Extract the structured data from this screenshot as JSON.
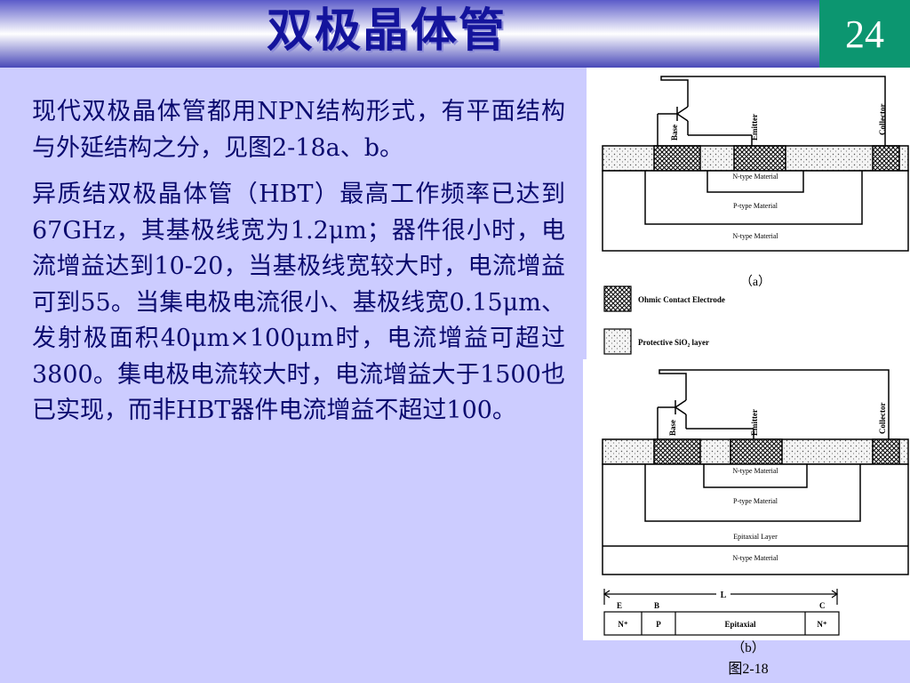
{
  "slide": {
    "title": "双极晶体管",
    "page_number": "24"
  },
  "body": {
    "paragraphs": [
      "现代双极晶体管都用NPN结构形式，有平面结构与外延结构之分，见图2-18a、b。",
      "异质结双极晶体管（HBT）最高工作频率已达到67GHz，其基极线宽为1.2μm；器件很小时，电流增益达到10-20，当基极线宽较大时，电流增益可到55。当集电极电流很小、基极线宽0.15μm、发射极面积40μm×100μm时，电流增益可超过3800。集电极电流较大时，电流增益大于1500也已实现，而非HBT器件电流增益不超过100。"
    ]
  },
  "figure": {
    "caption": "图2-18",
    "a": {
      "label": "（a）",
      "terminals": [
        "Base",
        "Emitter",
        "Collector"
      ],
      "regions": [
        "N-type Material",
        "P-type Material",
        "N-type Material"
      ],
      "legend": [
        "Ohmic Contact Electrode",
        "Protective SiO₂ layer"
      ]
    },
    "b": {
      "label": "（b）",
      "terminals": [
        "Base",
        "Emitter",
        "Collector"
      ],
      "regions": [
        "N-type Material",
        "P-type Material",
        "Epitaxial Layer",
        "N-type Material"
      ],
      "strip": {
        "dimension": "L",
        "top_labels": [
          "E",
          "B",
          "C"
        ],
        "cells": [
          "N⁺",
          "P",
          "Epitaxial",
          "N⁺"
        ]
      }
    }
  }
}
